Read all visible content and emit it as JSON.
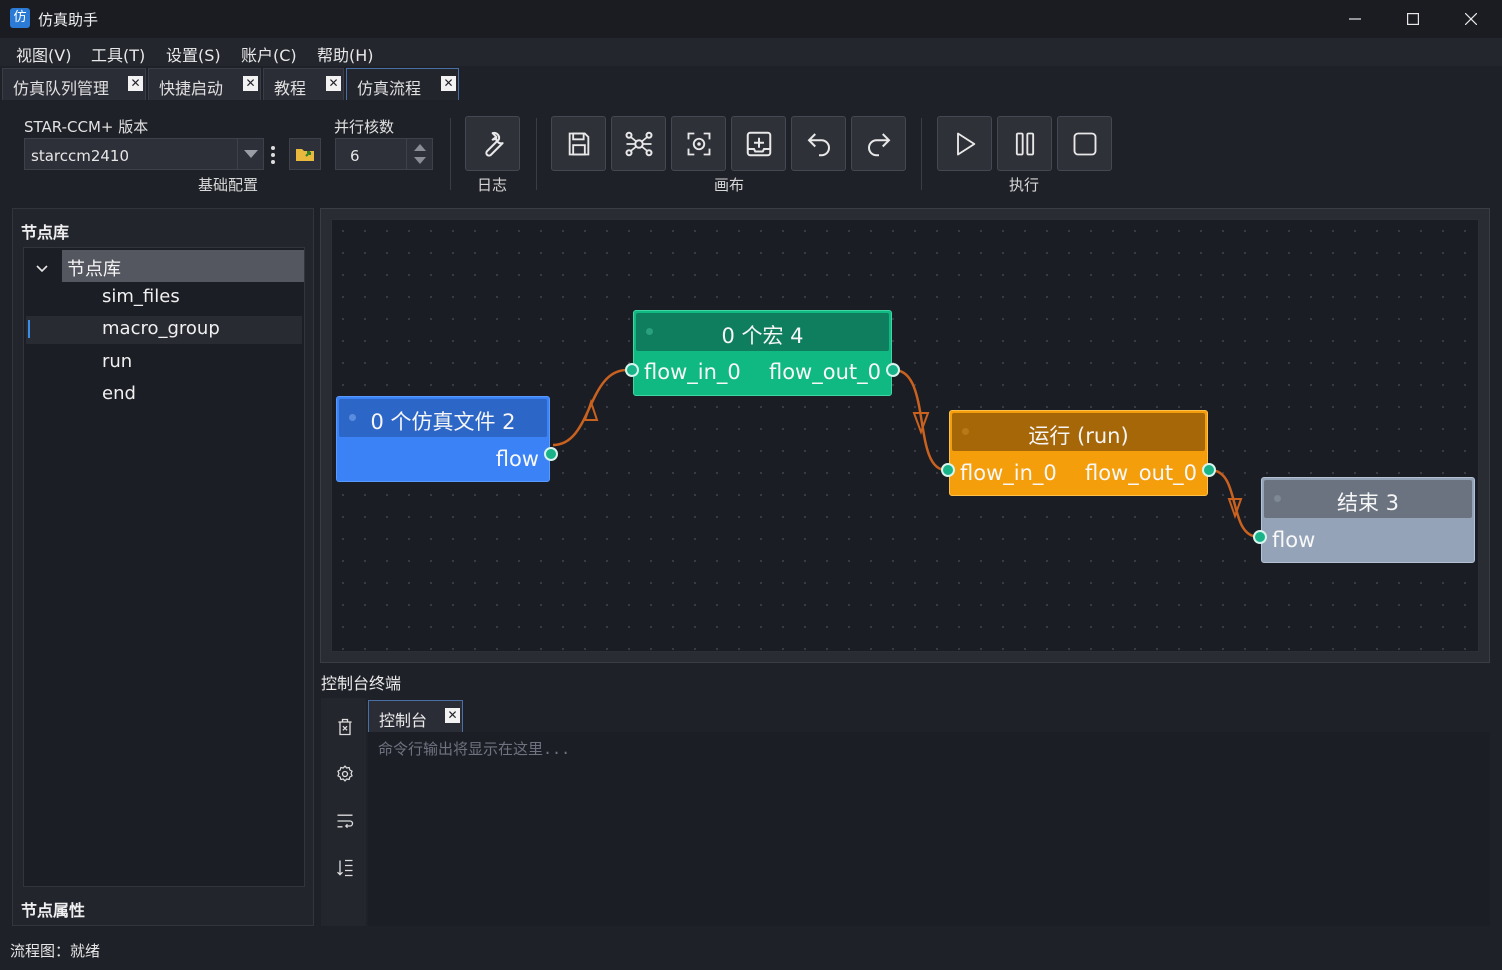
{
  "app": {
    "title": "仿真助手",
    "icon_char": "仿"
  },
  "menu": [
    "视图(V)",
    "工具(T)",
    "设置(S)",
    "账户(C)",
    "帮助(H)"
  ],
  "tabs": [
    {
      "label": "仿真队列管理",
      "close": "✕"
    },
    {
      "label": "快捷启动",
      "close": "✕"
    },
    {
      "label": "教程",
      "close": "✕"
    },
    {
      "label": "仿真流程",
      "close": "✕",
      "active": true
    }
  ],
  "toolbar": {
    "version_label": "STAR-CCM+ 版本",
    "version_value": "starccm2410",
    "cores_label": "并行核数",
    "cores_value": "6",
    "basic_group": "基础配置",
    "log_group": "日志",
    "canvas_group": "画布",
    "run_group": "执行"
  },
  "left": {
    "library_title": "节点库",
    "tree_root": "节点库",
    "items": [
      "sim_files",
      "macro_group",
      "run",
      "end"
    ],
    "props_title": "节点属性"
  },
  "nodes": [
    {
      "title": "0 个仿真文件 2",
      "out": "flow",
      "color": "#3b82f6"
    },
    {
      "title": "0 个宏 4",
      "in": "flow_in_0",
      "out": "flow_out_0",
      "color": "#10b981"
    },
    {
      "title": "运行 (run)",
      "in": "flow_in_0",
      "out": "flow_out_0",
      "color": "#f59e0b"
    },
    {
      "title": "结束 3",
      "in": "flow",
      "color": "#94a3b8"
    }
  ],
  "console": {
    "section_title": "控制台终端",
    "tab_label": "控制台",
    "tab_close": "✕",
    "placeholder": "命令行输出将显示在这里..."
  },
  "status": {
    "text": "流程图：就绪"
  },
  "colors": {
    "accent": "#3a8ee6",
    "edge": "#c9611f",
    "port": "#19b38a"
  }
}
